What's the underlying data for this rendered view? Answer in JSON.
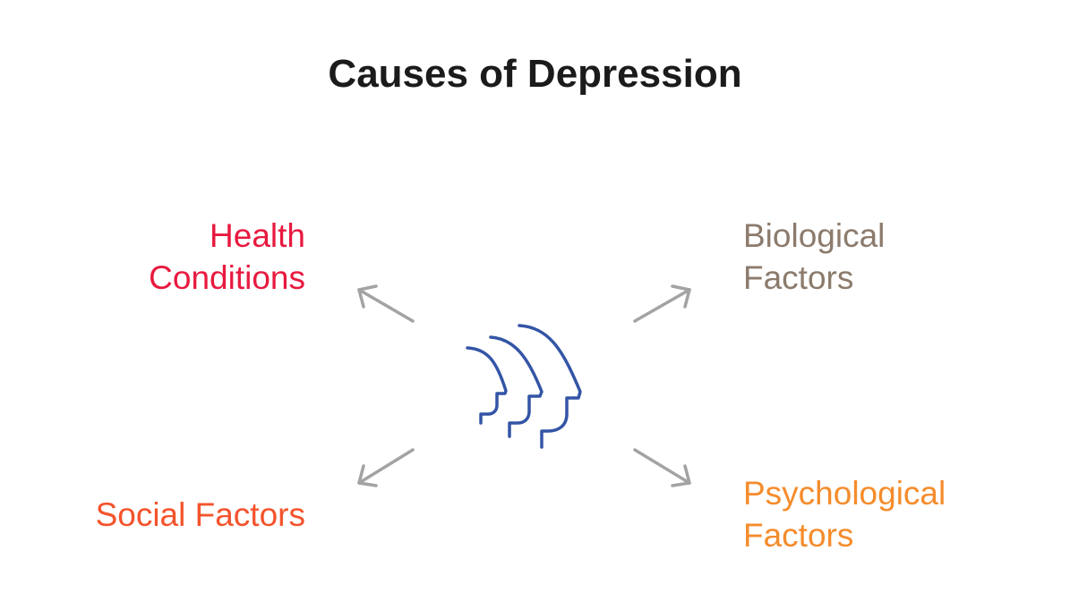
{
  "title": "Causes of Depression",
  "center_icon": "heads-profile-icon",
  "causes": [
    {
      "line1": "Health",
      "line2": "Conditions",
      "color": "#E8193F"
    },
    {
      "line1": "Biological",
      "line2": "Factors",
      "color": "#8C7B6C"
    },
    {
      "line1": "Social Factors",
      "line2": "",
      "color": "#F4532C"
    },
    {
      "line1": "Psychological",
      "line2": "Factors",
      "color": "#F58C2C"
    }
  ]
}
